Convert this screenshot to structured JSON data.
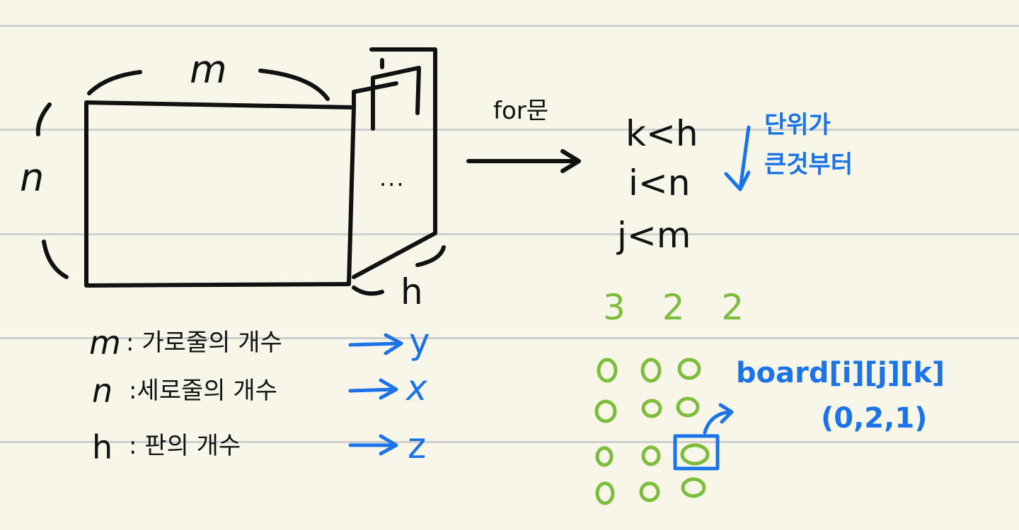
{
  "diagram": {
    "cube": {
      "m_label": "m",
      "n_label": "n",
      "h_label": "h",
      "dots": "..."
    },
    "arrow_label": "for문",
    "loops": [
      "k<h",
      "i<n",
      "j<m"
    ],
    "order_note": [
      "단위가",
      "큰것부터"
    ],
    "dims": "3 2 2",
    "legend": [
      {
        "symbol": "m",
        "text": ": 가로줄의 개수",
        "axis": "y"
      },
      {
        "symbol": "n",
        "text": ":세로줄의 개수",
        "axis": "x"
      },
      {
        "symbol": "h",
        "text": ": 판의 개수",
        "axis": "z"
      }
    ],
    "grid_cell": "0",
    "board_index": "board[i][j][k]",
    "board_coord": "(0,2,1)",
    "colors": {
      "black": "#111111",
      "blue": "#1a73e8",
      "green": "#7dbd3c",
      "rule": "#cfcfcf"
    }
  }
}
